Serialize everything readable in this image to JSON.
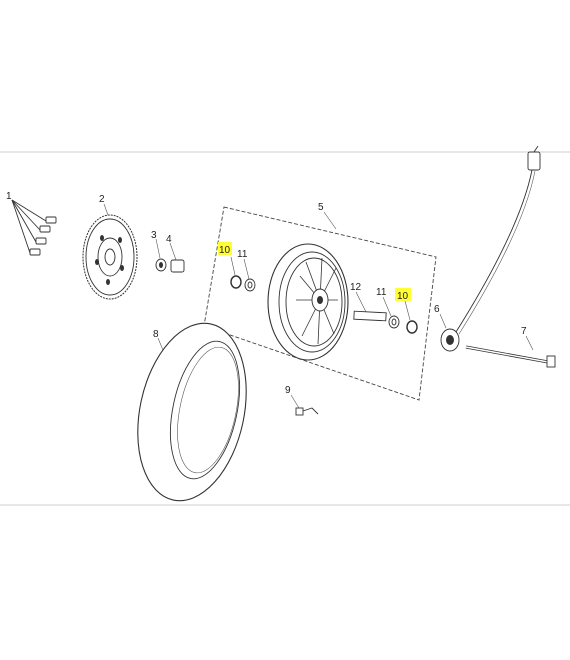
{
  "diagram": {
    "callouts": [
      {
        "id": "1",
        "text": "1",
        "highlighted": false
      },
      {
        "id": "2",
        "text": "2",
        "highlighted": false
      },
      {
        "id": "3",
        "text": "3",
        "highlighted": false
      },
      {
        "id": "4",
        "text": "4",
        "highlighted": false
      },
      {
        "id": "5",
        "text": "5",
        "highlighted": false
      },
      {
        "id": "6",
        "text": "6",
        "highlighted": false
      },
      {
        "id": "7",
        "text": "7",
        "highlighted": false
      },
      {
        "id": "8",
        "text": "8",
        "highlighted": false
      },
      {
        "id": "9",
        "text": "9",
        "highlighted": false
      },
      {
        "id": "10a",
        "text": "10",
        "highlighted": true
      },
      {
        "id": "10b",
        "text": "10",
        "highlighted": true
      },
      {
        "id": "11a",
        "text": "11",
        "highlighted": false
      },
      {
        "id": "11b",
        "text": "11",
        "highlighted": false
      },
      {
        "id": "12",
        "text": "12",
        "highlighted": false
      }
    ],
    "colors": {
      "highlight": "#ffff33",
      "line": "#333333",
      "frame": "#cccccc"
    }
  }
}
